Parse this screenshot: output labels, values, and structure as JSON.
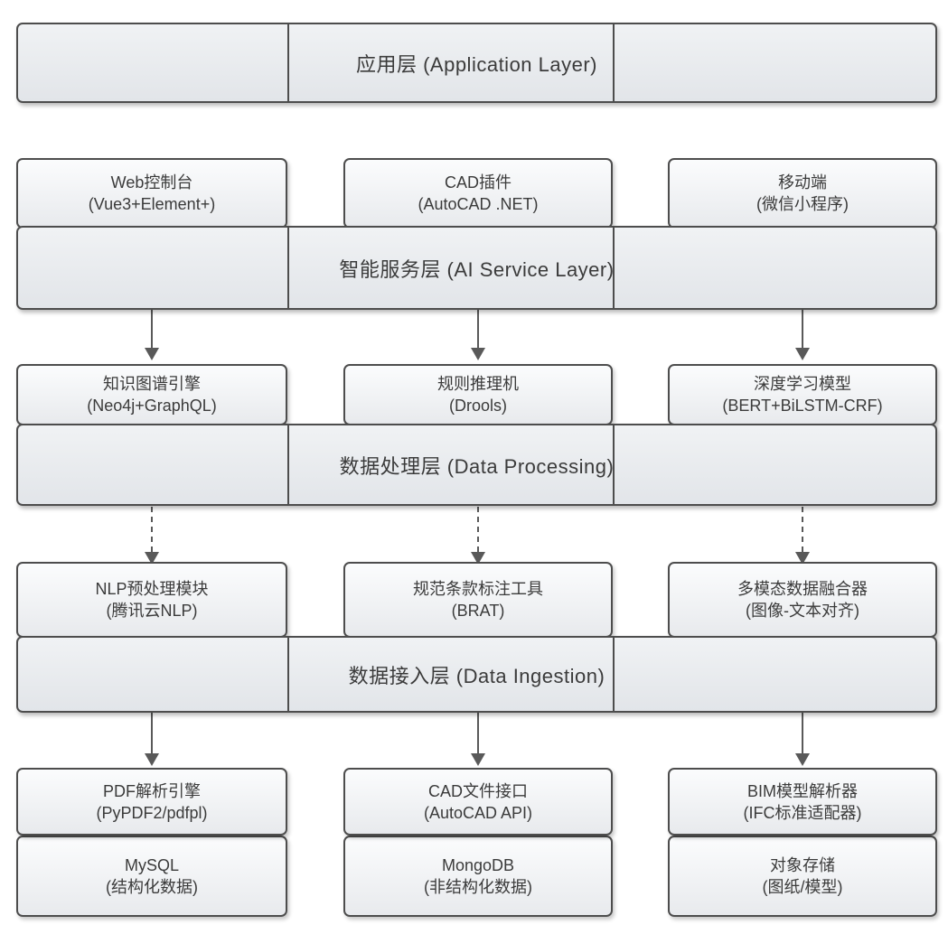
{
  "diagram": {
    "layers": [
      {
        "title": "应用层 (Application Layer)",
        "components": []
      },
      {
        "title": "智能服务层 (AI Service Layer)",
        "arrow_style_below": "solid",
        "components": [
          {
            "name": "Web控制台",
            "tech": "(Vue3+Element+)"
          },
          {
            "name": "CAD插件",
            "tech": "(AutoCAD .NET)"
          },
          {
            "name": "移动端",
            "tech": "(微信小程序)"
          }
        ]
      },
      {
        "title": "数据处理层 (Data Processing)",
        "arrow_style_below": "dashed",
        "components": [
          {
            "name": "知识图谱引擎",
            "tech": "(Neo4j+GraphQL)"
          },
          {
            "name": "规则推理机",
            "tech": "(Drools)"
          },
          {
            "name": "深度学习模型",
            "tech": "(BERT+BiLSTM-CRF)"
          }
        ]
      },
      {
        "title": "数据接入层 (Data Ingestion)",
        "arrow_style_below": "solid",
        "components": [
          {
            "name": "NLP预处理模块",
            "tech": "(腾讯云NLP)"
          },
          {
            "name": "规范条款标注工具",
            "tech": "(BRAT)"
          },
          {
            "name": "多模态数据融合器",
            "tech": "(图像-文本对齐)"
          }
        ]
      }
    ],
    "adapters": [
      {
        "name": "PDF解析引擎",
        "tech": "(PyPDF2/pdfpl)"
      },
      {
        "name": "CAD文件接口",
        "tech": "(AutoCAD API)"
      },
      {
        "name": "BIM模型解析器",
        "tech": "(IFC标准适配器)"
      }
    ],
    "storage": [
      {
        "name": "MySQL",
        "tech": "(结构化数据)"
      },
      {
        "name": "MongoDB",
        "tech": "(非结构化数据)"
      },
      {
        "name": "对象存储",
        "tech": "(图纸/模型)"
      }
    ],
    "colors": {
      "border": "#4d4d4d",
      "box_fill_top": "#fbfcfd",
      "box_fill_bottom": "#e8eaed",
      "bar_fill_top": "#f0f2f4",
      "bar_fill_bottom": "#e2e5e9",
      "arrow": "#595959",
      "text": "#3b3b3b",
      "background": "#ffffff"
    }
  }
}
